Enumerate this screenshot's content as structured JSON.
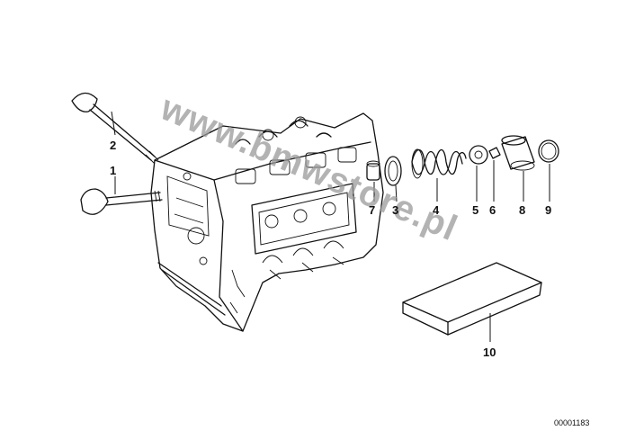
{
  "labels": {
    "p1": "1",
    "p2": "2",
    "p3": "3",
    "p4": "4",
    "p5": "5",
    "p6": "6",
    "p7": "7",
    "p8": "8",
    "p9": "9",
    "p10": "10"
  },
  "diagram_code": "00001183",
  "watermark": "www.bmwstore.pl"
}
